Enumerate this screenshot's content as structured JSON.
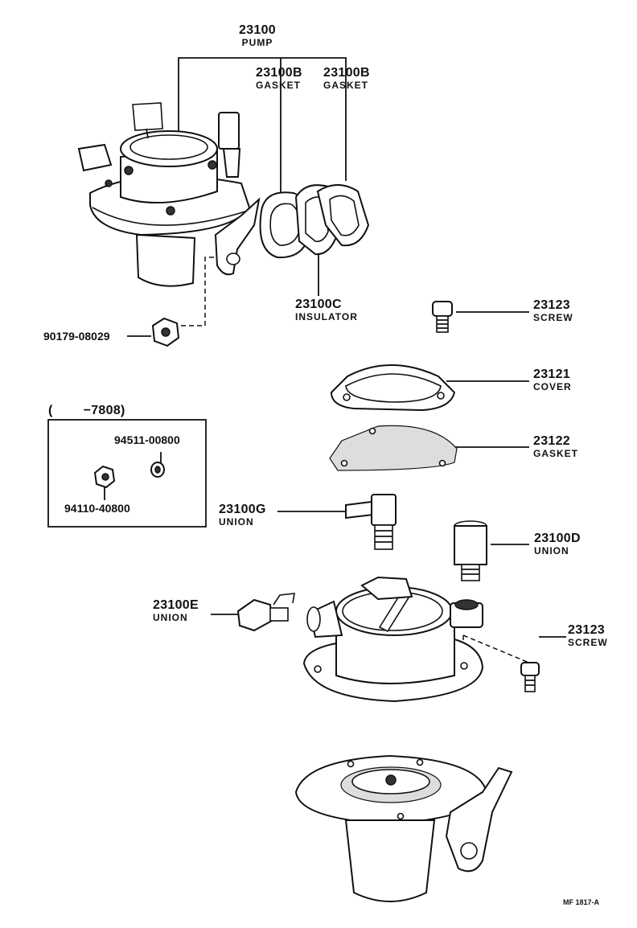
{
  "parts": {
    "pump": {
      "number": "23100",
      "name": "PUMP"
    },
    "gasket_a": {
      "number": "23100B",
      "name": "GASKET"
    },
    "gasket_b": {
      "number": "23100B",
      "name": "GASKET"
    },
    "insulator": {
      "number": "23100C",
      "name": "INSULATOR"
    },
    "nut": {
      "number": "90179-08029"
    },
    "screw_top": {
      "number": "23123",
      "name": "SCREW"
    },
    "cover": {
      "number": "23121",
      "name": "COVER"
    },
    "cover_gasket": {
      "number": "23122",
      "name": "GASKET"
    },
    "union_g": {
      "number": "23100G",
      "name": "UNION"
    },
    "union_d": {
      "number": "23100D",
      "name": "UNION"
    },
    "union_e": {
      "number": "23100E",
      "name": "UNION"
    },
    "screw_bottom": {
      "number": "23123",
      "name": "SCREW"
    }
  },
  "inset": {
    "range": "(        −7808)",
    "washer": "94511-00800",
    "hex_nut": "94110-40800"
  },
  "drawing_code": "MF 1817-A"
}
